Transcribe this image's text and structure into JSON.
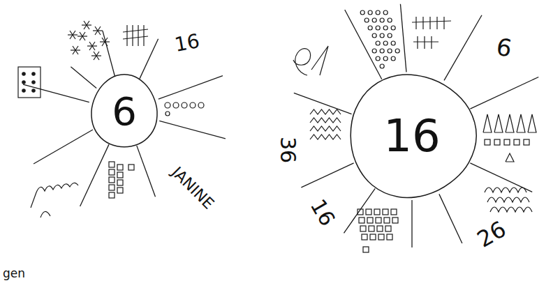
{
  "diagram": {
    "nodes": [
      {
        "text": [
          "6"
        ]
      },
      {
        "text": [
          "16"
        ]
      }
    ],
    "labels": [
      "16",
      "JANINE",
      "6",
      "26",
      "36",
      "16",
      "gen"
    ]
  }
}
